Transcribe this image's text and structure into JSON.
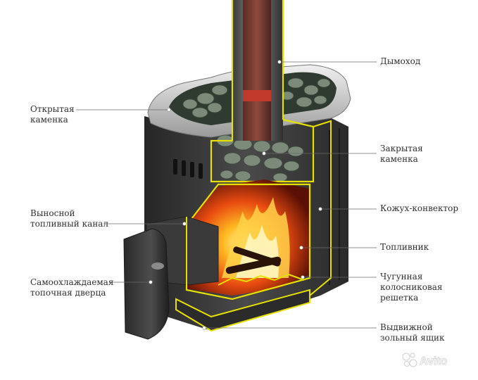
{
  "diagram": {
    "labels": {
      "chimney": "Дымоход",
      "open_heater_1": "Открытая",
      "open_heater_2": "каменка",
      "closed_heater_1": "Закрытая",
      "closed_heater_2": "каменка",
      "remote_channel_1": "Выносной",
      "remote_channel_2": "топливный канал",
      "convector": "Кожух-конвектор",
      "firebox": "Топливник",
      "grate_1": "Чугунная",
      "grate_2": "колосниковая",
      "grate_3": "решетка",
      "door_1": "Самоохлаждаемая",
      "door_2": "топочная дверца",
      "ash_box_1": "Выдвижной",
      "ash_box_2": "зольный ящик"
    },
    "watermark": "Avito"
  },
  "colors": {
    "outline": "#e6e000",
    "stove_body": "#3b3b3b",
    "steel_rim": "#c8c8c8",
    "flame": "#ff8a00",
    "chimney_red": "#c0392b",
    "stones": "#7c8a7a"
  }
}
